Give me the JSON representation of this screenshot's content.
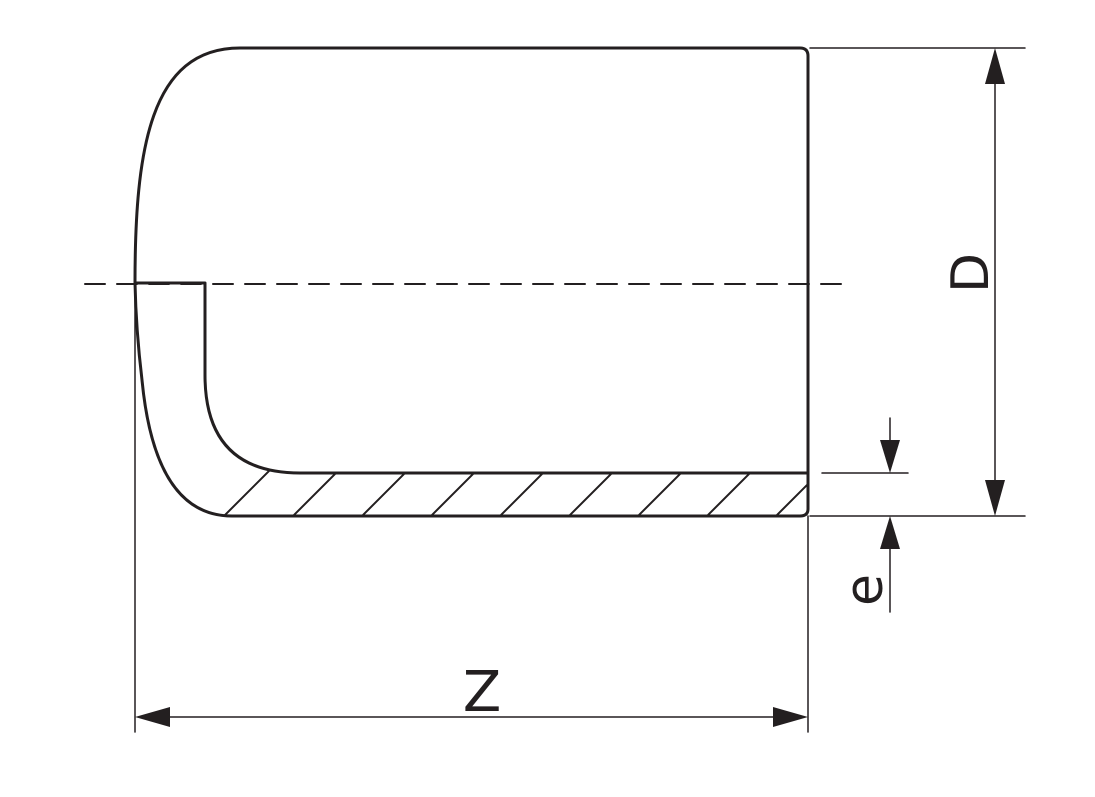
{
  "diagram": {
    "dimensions": {
      "diameter_label": "D",
      "wall_thickness_label": "e",
      "length_label": "Z"
    },
    "colors": {
      "line": "#231f20",
      "background": "#ffffff"
    }
  }
}
